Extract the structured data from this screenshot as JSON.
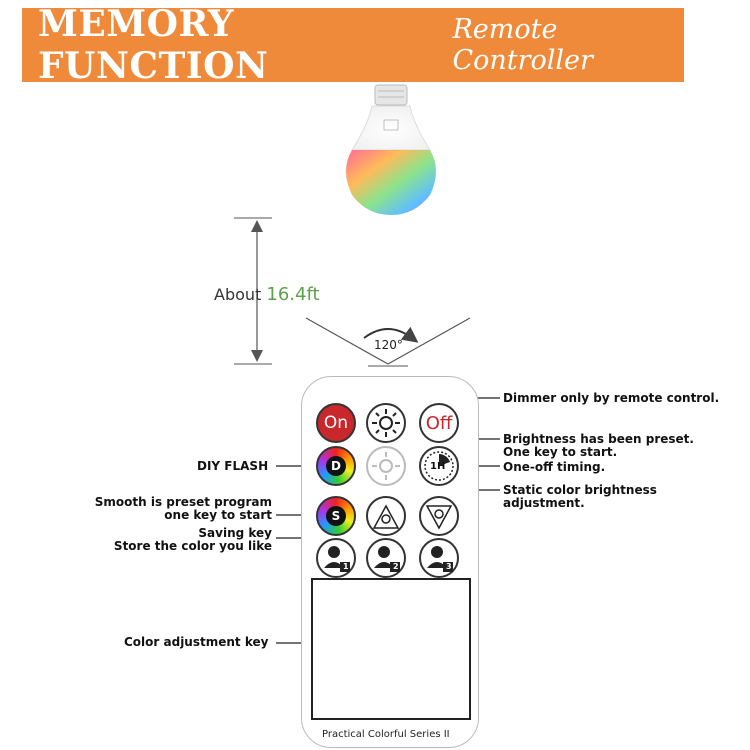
{
  "banner": {
    "title": "MEMORY FUNCTION",
    "subtitle": "Remote Controller"
  },
  "distance": {
    "prefix": "About",
    "value": "16.4ft",
    "angle": "120°"
  },
  "remote": {
    "on_label": "On",
    "off_label": "Off",
    "diy_letter": "D",
    "smooth_letter": "S",
    "timer_label": "1H",
    "saving_keys": [
      "1",
      "2",
      "3"
    ],
    "series": "Practical Colorful Series  II"
  },
  "labels": {
    "dimmer": "Dimmer only by remote control.",
    "brightness_1": "Brightness has been preset.",
    "brightness_2": "One key to start.",
    "timing": "One-off timing.",
    "static_1": "Static color brightness",
    "static_2": "adjustment.",
    "diy": "DIY FLASH",
    "smooth_1": "Smooth is preset program",
    "smooth_2": "one key to start",
    "saving_1": "Saving key",
    "saving_2": "Store the color you like",
    "color_adj": "Color adjustment key"
  },
  "colors": {
    "banner": "#ee8a3a",
    "accent_red": "#c8282c",
    "distance_green": "#5aa14a"
  }
}
